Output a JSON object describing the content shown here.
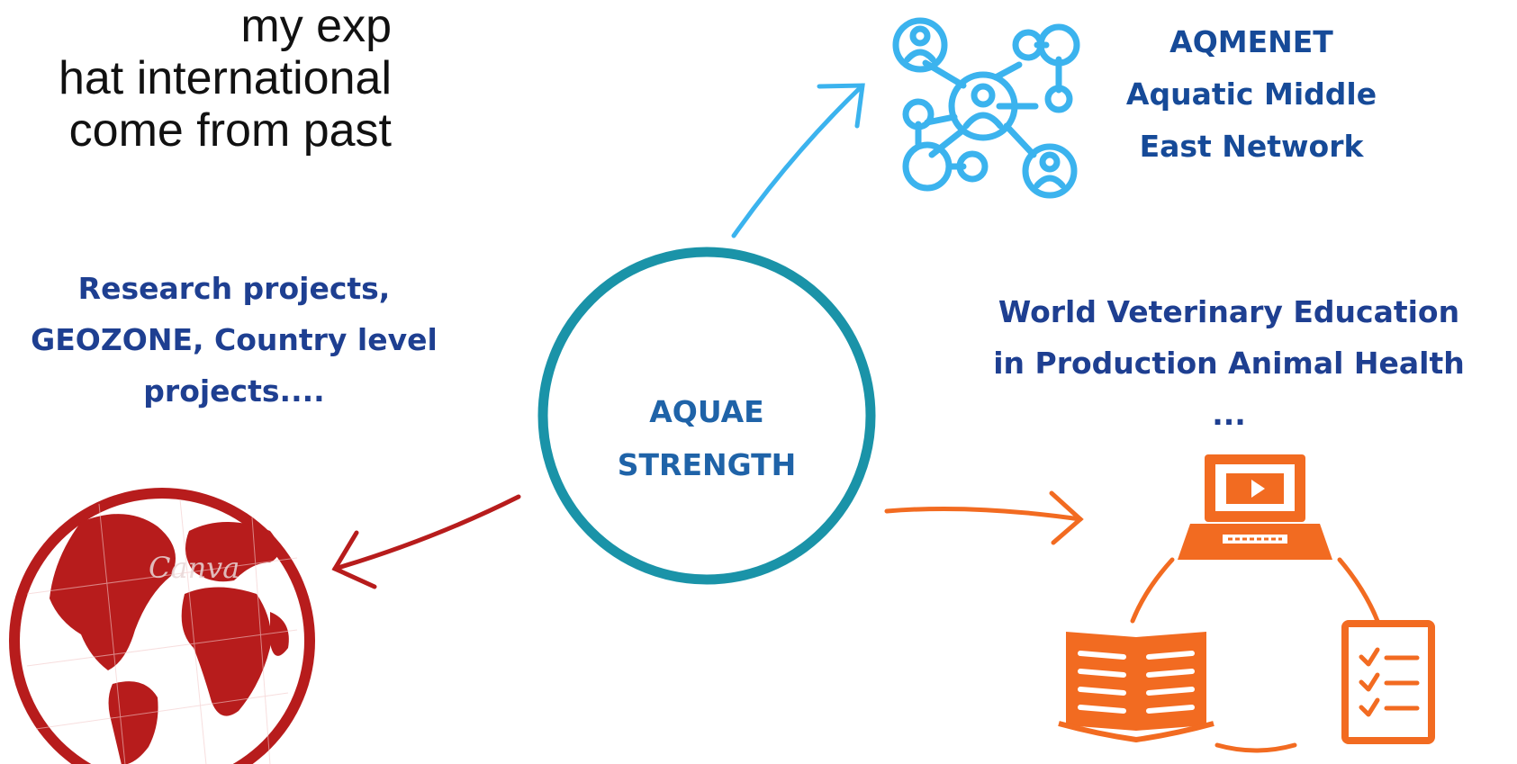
{
  "intro_text": {
    "lines": [
      "my exp",
      "hat international",
      "come from past"
    ]
  },
  "center": {
    "lines": [
      "AQUAE",
      "STRENGTH"
    ]
  },
  "nodes": {
    "aqmenet": {
      "lines": [
        "AQMENET",
        "Aquatic Middle",
        "East Network"
      ],
      "icon": "network-icon"
    },
    "research": {
      "lines": [
        "Research projects,",
        "GEOZONE, Country level",
        "projects...."
      ],
      "icon": "globe-icon"
    },
    "world_vet": {
      "lines": [
        "World Veterinary Education",
        "in Production Animal Health",
        "..."
      ],
      "icon": "education-cycle-icon"
    }
  },
  "colors": {
    "circle": "#1a93a8",
    "arrow_network": "#3bb3ee",
    "arrow_globe": "#b71c1c",
    "arrow_education": "#f26b21",
    "network_icon": "#3bb3ee",
    "globe": "#b71c1c",
    "education": "#f26b21",
    "label_blue": "#1e3f91"
  },
  "watermark": "Canva"
}
